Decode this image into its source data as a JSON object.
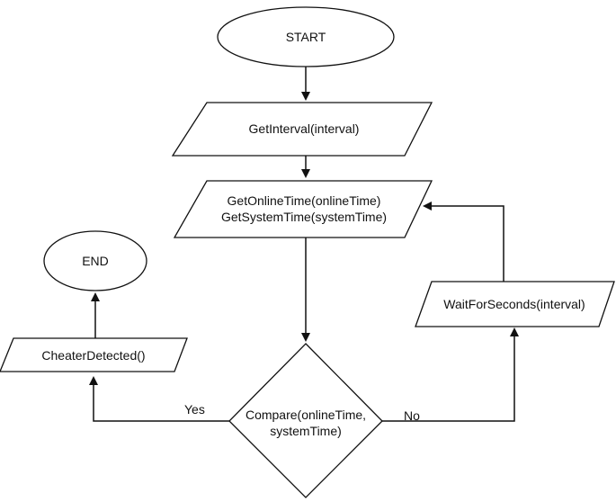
{
  "nodes": {
    "start": "START",
    "get_interval": "GetInterval(interval)",
    "get_online_time": "GetOnlineTime(onlineTime)",
    "get_system_time": "GetSystemTime(systemTime)",
    "compare_line1": "Compare(onlineTime,",
    "compare_line2": "systemTime)",
    "wait": "WaitForSeconds(interval)",
    "cheater": "CheaterDetected()",
    "end": "END"
  },
  "edges": {
    "yes": "Yes",
    "no": "No"
  }
}
